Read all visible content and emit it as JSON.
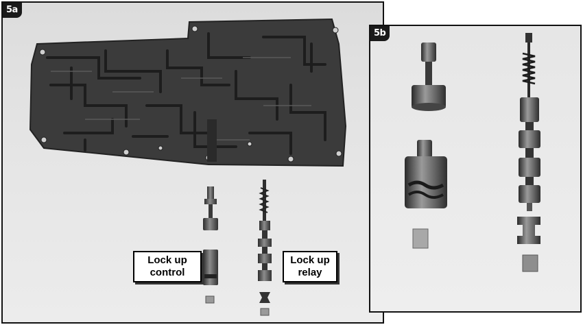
{
  "panels": {
    "a": {
      "tag": "5a",
      "labels": {
        "control_line1": "Lock up",
        "control_line2": "control",
        "relay_line1": "Lock up",
        "relay_line2": "relay"
      }
    },
    "b": {
      "tag": "5b"
    }
  },
  "colors": {
    "casting": "#3a3a3a",
    "casting_channel": "#1e1e1e",
    "metal_dark": "#4a4a4a",
    "metal_light": "#8a8a8a"
  }
}
